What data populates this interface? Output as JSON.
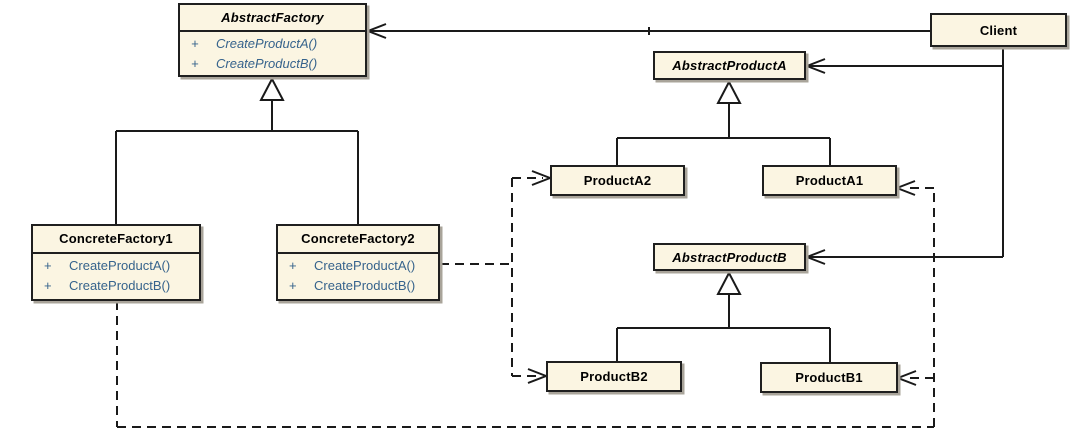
{
  "colors": {
    "box_fill": "#FBF5E2",
    "box_border": "#1F1F1F",
    "method_text": "#36638C",
    "line": "#1A1A1A"
  },
  "classes": {
    "abstract_factory": {
      "name": "AbstractFactory",
      "abstract": true,
      "methods": [
        {
          "visibility": "+",
          "signature": "CreateProductA()"
        },
        {
          "visibility": "+",
          "signature": "CreateProductB()"
        }
      ]
    },
    "client": {
      "name": "Client"
    },
    "abstract_product_a": {
      "name": "AbstractProductA",
      "abstract": true
    },
    "product_a2": {
      "name": "ProductA2"
    },
    "product_a1": {
      "name": "ProductA1"
    },
    "abstract_product_b": {
      "name": "AbstractProductB",
      "abstract": true
    },
    "concrete_factory_1": {
      "name": "ConcreteFactory1",
      "methods": [
        {
          "visibility": "+",
          "signature": "CreateProductA()"
        },
        {
          "visibility": "+",
          "signature": "CreateProductB()"
        }
      ]
    },
    "concrete_factory_2": {
      "name": "ConcreteFactory2",
      "methods": [
        {
          "visibility": "+",
          "signature": "CreateProductA()"
        },
        {
          "visibility": "+",
          "signature": "CreateProductB()"
        }
      ]
    },
    "product_b2": {
      "name": "ProductB2"
    },
    "product_b1": {
      "name": "ProductB1"
    }
  },
  "relationships": [
    {
      "type": "association",
      "from": "Client",
      "to": "AbstractFactory"
    },
    {
      "type": "association",
      "from": "Client",
      "to": "AbstractProductA"
    },
    {
      "type": "association",
      "from": "Client",
      "to": "AbstractProductB"
    },
    {
      "type": "generalization",
      "from": "ConcreteFactory1",
      "to": "AbstractFactory"
    },
    {
      "type": "generalization",
      "from": "ConcreteFactory2",
      "to": "AbstractFactory"
    },
    {
      "type": "generalization",
      "from": "ProductA2",
      "to": "AbstractProductA"
    },
    {
      "type": "generalization",
      "from": "ProductA1",
      "to": "AbstractProductA"
    },
    {
      "type": "generalization",
      "from": "ProductB2",
      "to": "AbstractProductB"
    },
    {
      "type": "generalization",
      "from": "ProductB1",
      "to": "AbstractProductB"
    },
    {
      "type": "dependency",
      "from": "ConcreteFactory2",
      "to": "ProductA2"
    },
    {
      "type": "dependency",
      "from": "ConcreteFactory2",
      "to": "ProductB2"
    },
    {
      "type": "dependency",
      "from": "ConcreteFactory1",
      "to": "ProductA1"
    },
    {
      "type": "dependency",
      "from": "ConcreteFactory1",
      "to": "ProductB1"
    }
  ]
}
